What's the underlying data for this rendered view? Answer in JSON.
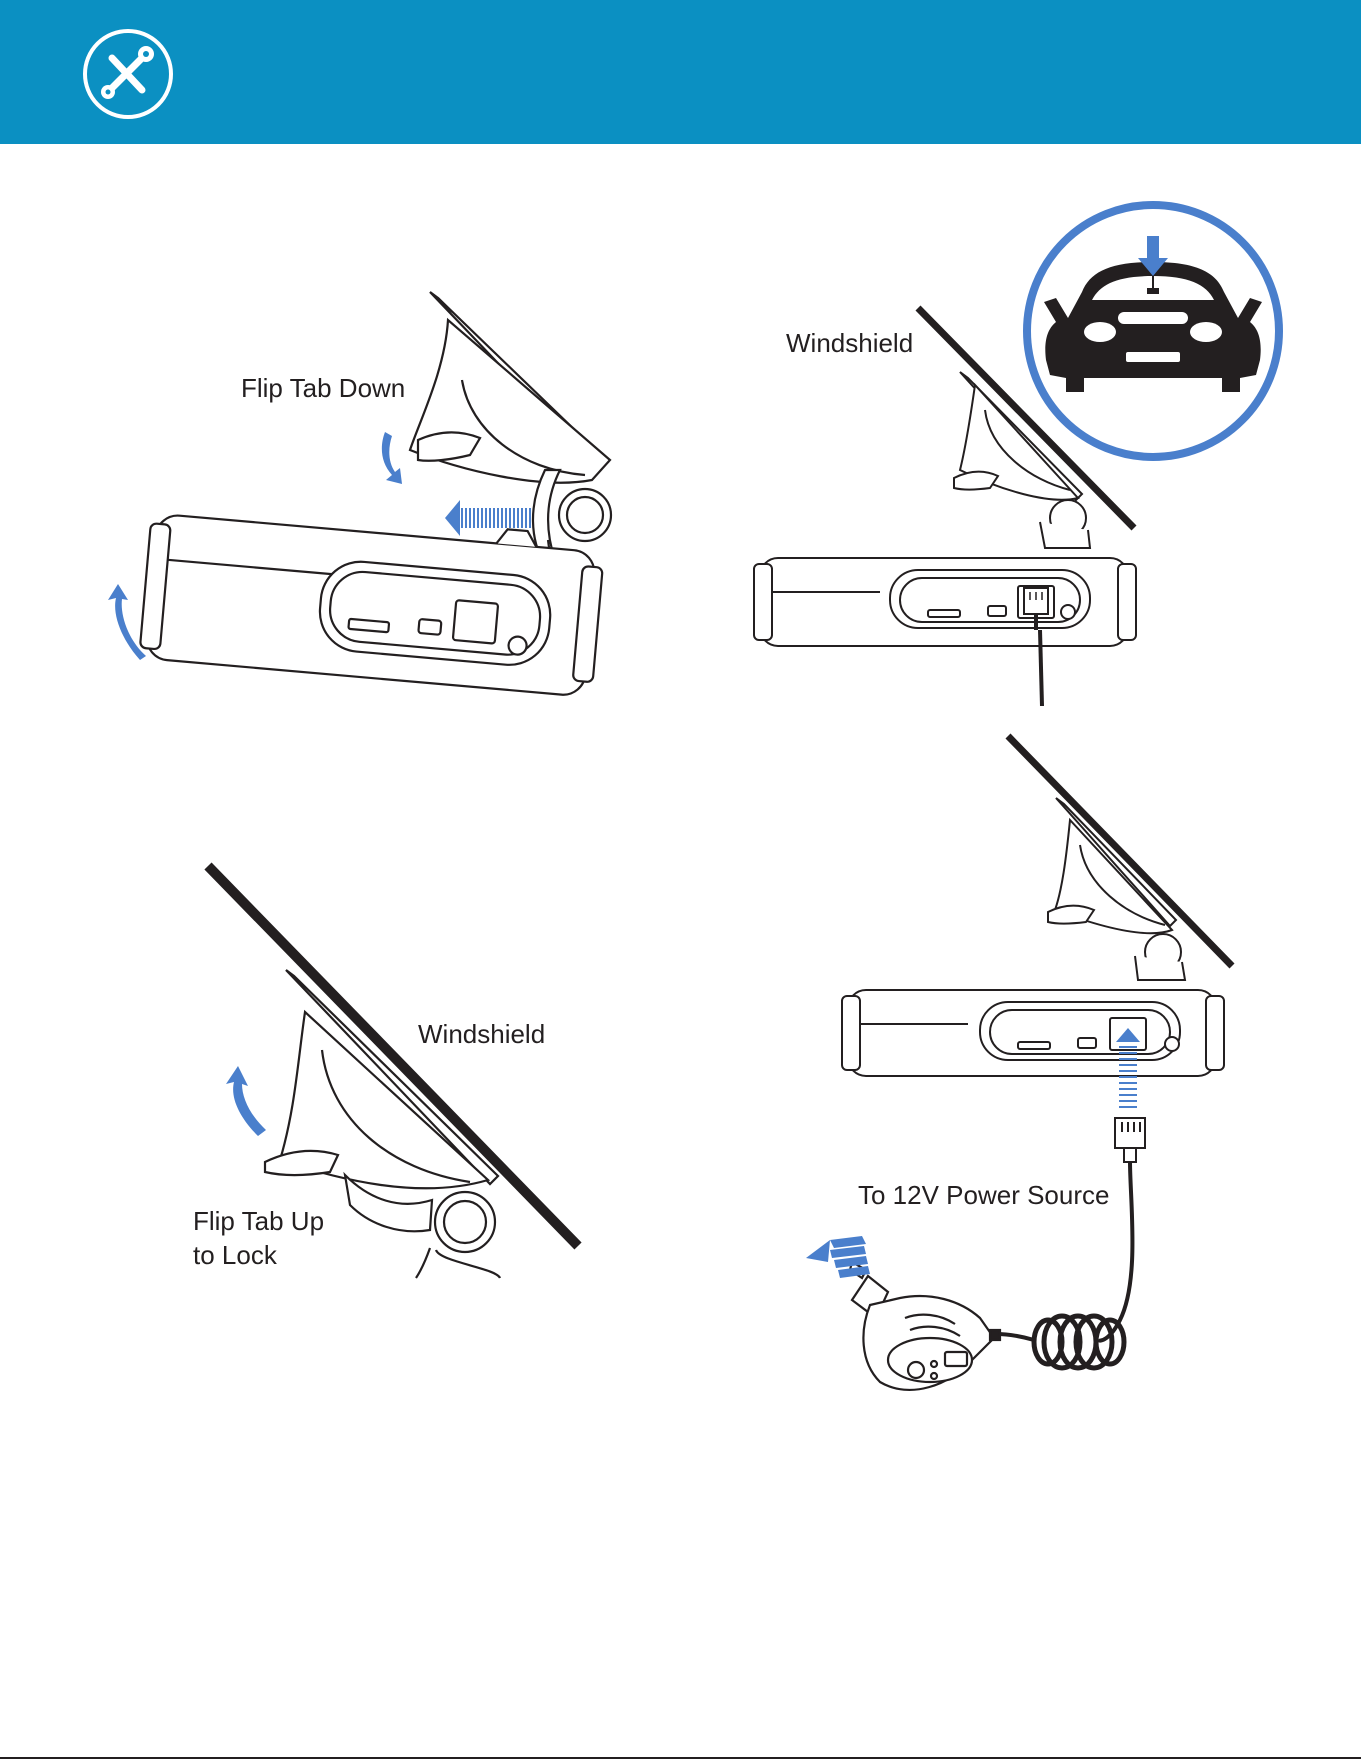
{
  "colors": {
    "header_bg": "#0b90c2",
    "arrow_blue": "#4a7fcc",
    "badge_ring": "#4a7fcc",
    "line_black": "#231f20"
  },
  "header": {
    "icon": "tools-icon"
  },
  "panels": {
    "step1": {
      "label": "Flip Tab Down",
      "icons": [
        "down-curved-arrow-icon",
        "left-slide-arrow-icon",
        "up-curved-arrow-icon"
      ]
    },
    "step2": {
      "label": "Windshield",
      "badge_icon": "car-front-icon"
    },
    "step3": {
      "windshield_label": "Windshield",
      "tab_label_line1": "Flip Tab Up",
      "tab_label_line2": "to Lock"
    },
    "step4": {
      "label": "To 12V Power Source",
      "icons": [
        "up-arrow-icon",
        "power-arrow-icon"
      ]
    }
  }
}
